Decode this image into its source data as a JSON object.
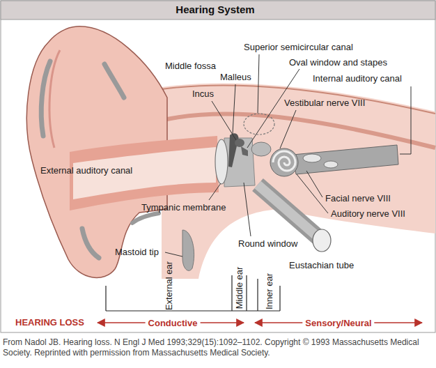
{
  "diagram": {
    "title": "Hearing System",
    "caption": "From Nadol JB. Hearing loss. N Engl J Med 1993;329(15):1092–1102. Copyright © 1993 Massachusetts Medical Society. Reprinted with permission from Massachusetts Medical Society.",
    "labels": [
      "Superior semicircular canal",
      "Middle fossa",
      "Oval window and stapes",
      "Malleus",
      "Internal auditory canal",
      "Incus",
      "Vestibular nerve VIII",
      "External auditory canal",
      "Facial nerve VIII",
      "Tympanic membrane",
      "Auditory nerve VIII",
      "Round window",
      "Mastoid tip",
      "Eustachian tube",
      "External ear",
      "Middle ear",
      "Inner ear",
      "HEARING LOSS",
      "Conductive",
      "Sensory/Neural"
    ]
  }
}
